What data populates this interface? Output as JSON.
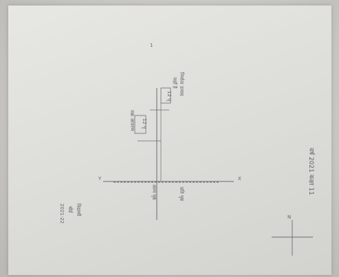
{
  "document": {
    "description_visible": false,
    "margin_title": "वर्ष 2021 कक्षा 11",
    "top_block": {
      "line1": "निर्माता उत्पाद",
      "line2": "जहाँ है",
      "box": "12 पृ"
    },
    "vertical_axis_label": "वक्र आवरण",
    "side_box": "12 पृ",
    "lower_label_1": "अल्प पृष्ठ",
    "lower_label_2": "प्रति पृष्ठ",
    "left_note": {
      "line1": "विद्यार्थी",
      "line2": "बोर्ड",
      "line3": "2021-22"
    },
    "axis_mark_left": "Y",
    "axis_mark_top": "X",
    "small_cross_label": "N",
    "page_mark": "1"
  }
}
